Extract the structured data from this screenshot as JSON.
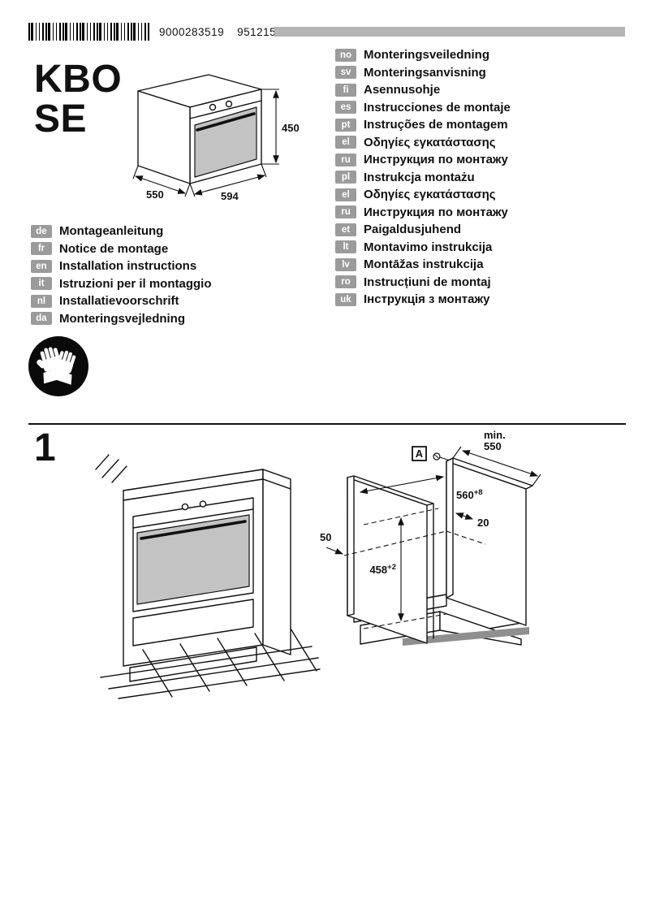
{
  "header": {
    "doc_number": "9000283519",
    "print_code": "951215"
  },
  "title": {
    "line1": "KBO",
    "line2": "SE"
  },
  "oven": {
    "height": "450",
    "depth": "550",
    "width": "594"
  },
  "languages_left": [
    {
      "code": "de",
      "label": "Montageanleitung"
    },
    {
      "code": "fr",
      "label": "Notice de montage"
    },
    {
      "code": "en",
      "label": "Installation instructions"
    },
    {
      "code": "it",
      "label": "Istruzioni per il montaggio"
    },
    {
      "code": "nl",
      "label": "Installatievoorschrift"
    },
    {
      "code": "da",
      "label": "Monteringsvejledning"
    }
  ],
  "languages_right": [
    {
      "code": "no",
      "label": "Monteringsveiledning"
    },
    {
      "code": "sv",
      "label": "Monteringsanvisning"
    },
    {
      "code": "fi",
      "label": "Asennusohje"
    },
    {
      "code": "es",
      "label": "Instrucciones de montaje"
    },
    {
      "code": "pt",
      "label": "Instruções de montagem"
    },
    {
      "code": "el",
      "label": "Οδηγίες εγκατάστασης"
    },
    {
      "code": "ru",
      "label": "Инструкция по монтажу"
    },
    {
      "code": "pl",
      "label": "Instrukcja montażu"
    },
    {
      "code": "el",
      "label": "Οδηγίες εγκατάστασης"
    },
    {
      "code": "ru",
      "label": "Инструкция по монтажу"
    },
    {
      "code": "et",
      "label": "Paigaldusjuhend"
    },
    {
      "code": "lt",
      "label": "Montavimo instrukcija"
    },
    {
      "code": "lv",
      "label": "Montāžas instrukcija"
    },
    {
      "code": "ro",
      "label": "Instrucțiuni de montaj"
    },
    {
      "code": "uk",
      "label": "Інструкція з монтажу"
    }
  ],
  "figure1": {
    "number": "1",
    "dims": {
      "min_label": "min.",
      "min_value": "550",
      "width_value": "560",
      "width_tol": "+8",
      "inset": "20",
      "front_gap": "50",
      "height_value": "458",
      "height_tol": "+2",
      "anchor_label": "A"
    }
  },
  "icons": {
    "safety": "protective-gloves"
  },
  "colors": {
    "badge_gray": "#9b9b9b",
    "door_gray": "#c3c3c3",
    "header_bar_gray": "#b5b5b5"
  }
}
